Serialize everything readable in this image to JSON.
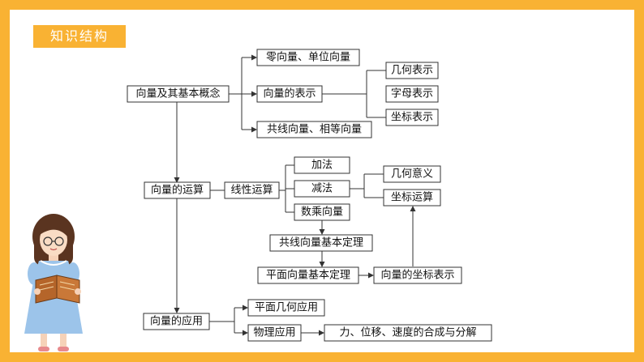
{
  "badge": "知识结构",
  "nodes": {
    "vector_concept": "向量及其基本概念",
    "zero_unit": "零向量、单位向量",
    "representation": "向量的表示",
    "geometric_rep": "几何表示",
    "letter_rep": "字母表示",
    "coordinate_rep": "坐标表示",
    "collinear_equal": "共线向量、相等向量",
    "operations": "向量的运算",
    "linear_ops": "线性运算",
    "addition": "加法",
    "subtraction": "减法",
    "scalar_mult": "数乘向量",
    "geometric_meaning": "几何意义",
    "coordinate_ops": "坐标运算",
    "collinear_theorem": "共线向量基本定理",
    "plane_theorem": "平面向量基本定理",
    "coordinate_expr": "向量的坐标表示",
    "applications": "向量的应用",
    "plane_geometry": "平面几何应用",
    "physics": "物理应用",
    "physics_detail": "力、位移、速度的合成与分解"
  },
  "colors": {
    "frame": "#f9b233",
    "badge_text": "#ffffff",
    "line": "#333333"
  }
}
